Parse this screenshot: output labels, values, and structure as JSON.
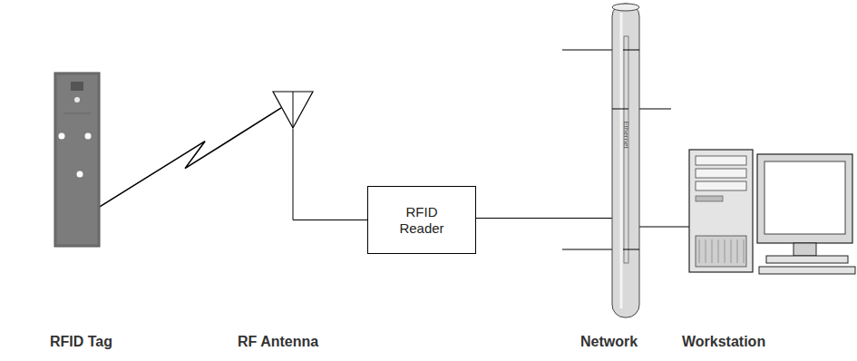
{
  "diagram": {
    "nodes": [
      {
        "text": [
          "RFID Tag"
        ]
      },
      {
        "text": [
          "RF Antenna"
        ]
      },
      {
        "text": [
          "RFID Reader"
        ]
      },
      {
        "text": [
          "Network"
        ]
      },
      {
        "text": [
          "Workstation"
        ]
      }
    ],
    "edges": [
      {
        "from": 0,
        "to": 1,
        "arrow": "none"
      },
      {
        "from": 1,
        "to": 2,
        "arrow": "none"
      },
      {
        "from": 2,
        "to": 3,
        "arrow": "none"
      },
      {
        "from": 3,
        "to": 4,
        "arrow": "none"
      }
    ],
    "labels": [
      "Ethernet"
    ]
  }
}
